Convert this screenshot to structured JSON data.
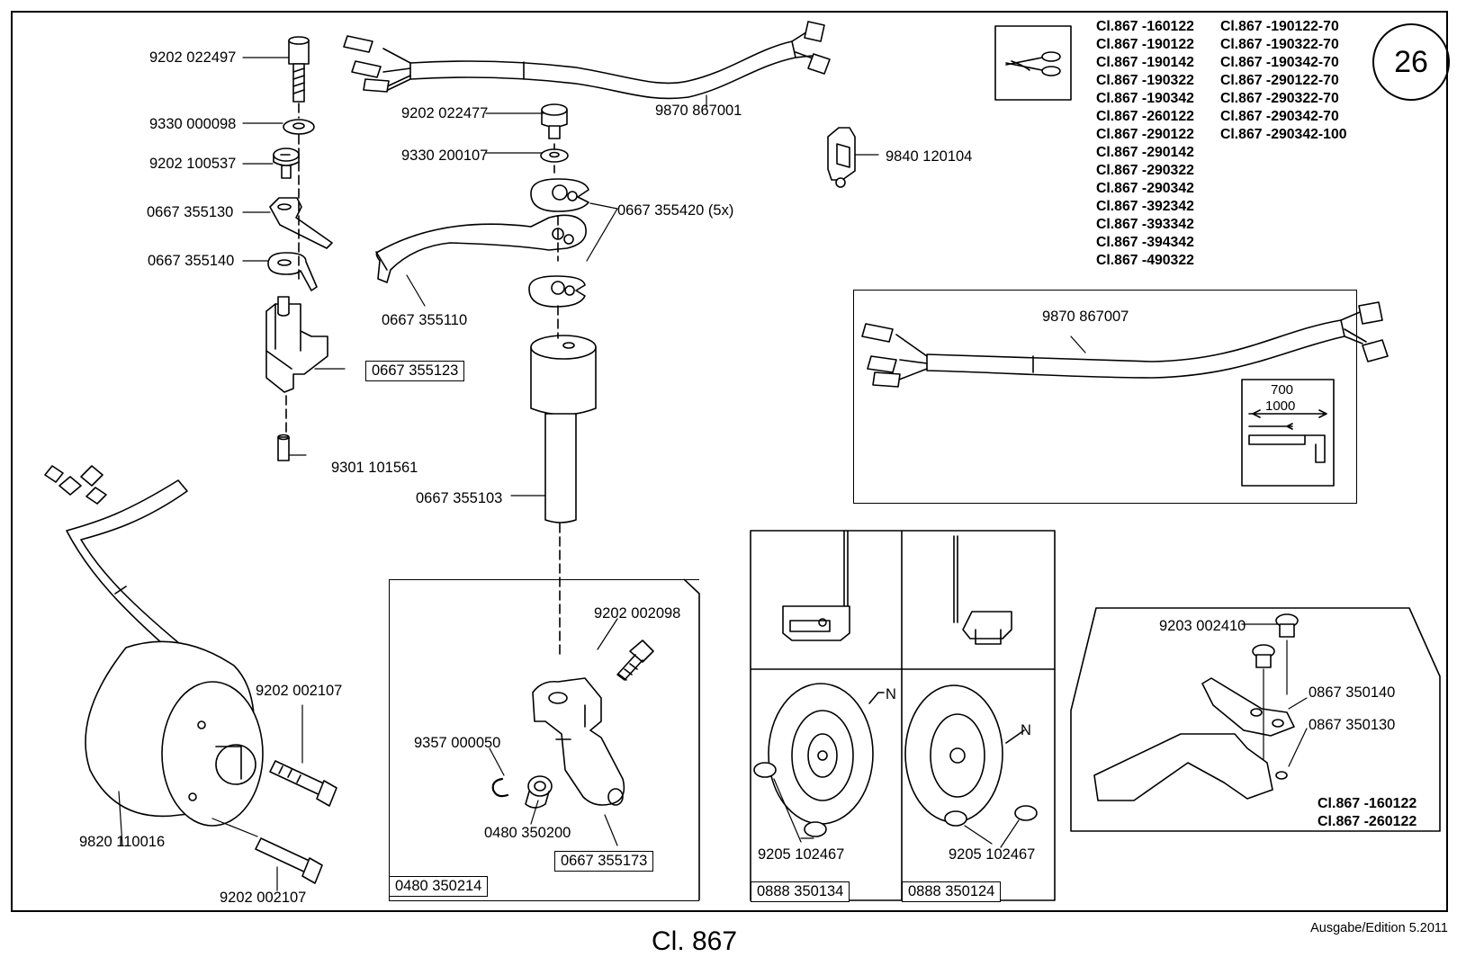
{
  "page_number": "26",
  "model_title": "Cl. 867",
  "edition": "Ausgabe/Edition   5.2011",
  "models_col1": [
    "Cl.867 -160122",
    "Cl.867 -190122",
    "Cl.867 -190142",
    "Cl.867 -190322",
    "Cl.867 -190342",
    "Cl.867 -260122",
    "Cl.867 -290122",
    "Cl.867 -290142",
    "Cl.867 -290322",
    "Cl.867 -290342",
    "Cl.867 -392342",
    "Cl.867 -393342",
    "Cl.867 -394342",
    "Cl.867 -490322"
  ],
  "models_col2": [
    "Cl.867 -190122-70",
    "Cl.867 -190322-70",
    "Cl.867 -190342-70",
    "Cl.867 -290122-70",
    "Cl.867 -290322-70",
    "Cl.867 -290342-70",
    "Cl.867 -290342-100"
  ],
  "parts": {
    "p_9202_022497": "9202 022497",
    "p_9330_000098": "9330 000098",
    "p_9202_100537": "9202 100537",
    "p_0667_355130": "0667 355130",
    "p_0667_355140": "0667 355140",
    "p_0667_355123": "0667 355123",
    "p_9301_101561": "9301 101561",
    "p_9870_867001": "9870 867001",
    "p_9202_022477": "9202 022477",
    "p_9330_200107": "9330 200107",
    "p_0667_355420": "0667 355420 (5x)",
    "p_0667_355110": "0667 355110",
    "p_0667_355103": "0667 355103",
    "p_9840_120104": "9840 120104",
    "p_9870_867007": "9870 867007",
    "dim_700": "700",
    "dim_1000": "1000",
    "p_9202_002098": "9202 002098",
    "p_9357_000050": "9357 000050",
    "p_0480_350200": "0480 350200",
    "p_0667_355173": "0667 355173",
    "p_0480_350214": "0480 350214",
    "p_9202_002107_a": "9202 002107",
    "p_9202_002107_b": "9202 002107",
    "p_9820_110016": "9820 110016",
    "p_9205_102467_a": "9205 102467",
    "p_9205_102467_b": "9205 102467",
    "p_0888_350134": "0888 350134",
    "p_0888_350124": "0888 350124",
    "mark_n_a": "N",
    "mark_n_b": "N",
    "p_9203_002410": "9203 002410",
    "p_0867_350140": "0867 350140",
    "p_0867_350130": "0867 350130",
    "p_model_160122": "Cl.867 -160122",
    "p_model_260122": "Cl.867 -260122"
  }
}
